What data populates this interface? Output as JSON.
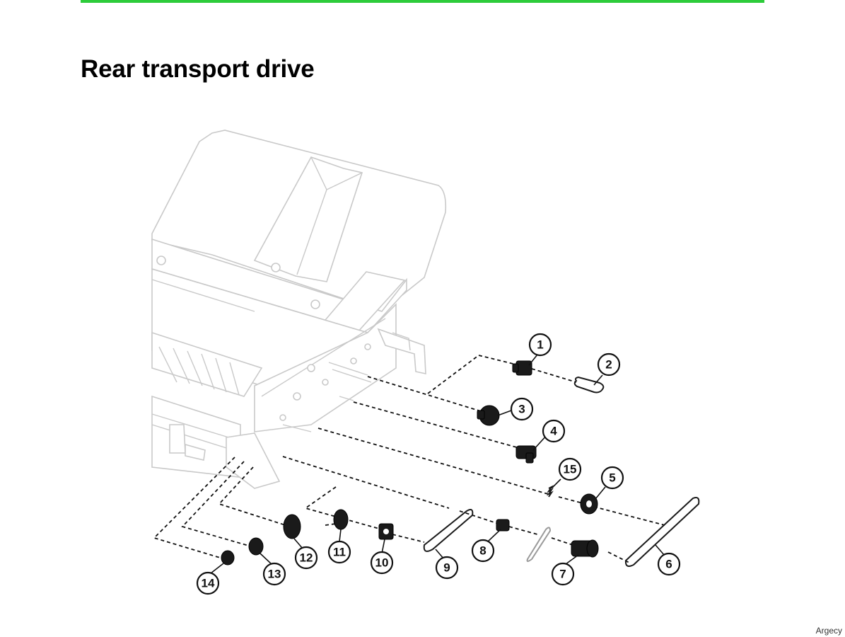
{
  "header": {
    "title": "Rear transport drive",
    "accent_color": "#2dcc3a"
  },
  "footer": {
    "watermark": "Argecy"
  },
  "callouts": [
    {
      "id": "1",
      "label": "1"
    },
    {
      "id": "2",
      "label": "2"
    },
    {
      "id": "3",
      "label": "3"
    },
    {
      "id": "4",
      "label": "4"
    },
    {
      "id": "5",
      "label": "5"
    },
    {
      "id": "6",
      "label": "6"
    },
    {
      "id": "7",
      "label": "7"
    },
    {
      "id": "8",
      "label": "8"
    },
    {
      "id": "9",
      "label": "9"
    },
    {
      "id": "10",
      "label": "10"
    },
    {
      "id": "11",
      "label": "11"
    },
    {
      "id": "12",
      "label": "12"
    },
    {
      "id": "13",
      "label": "13"
    },
    {
      "id": "14",
      "label": "14"
    },
    {
      "id": "15",
      "label": "15"
    }
  ]
}
